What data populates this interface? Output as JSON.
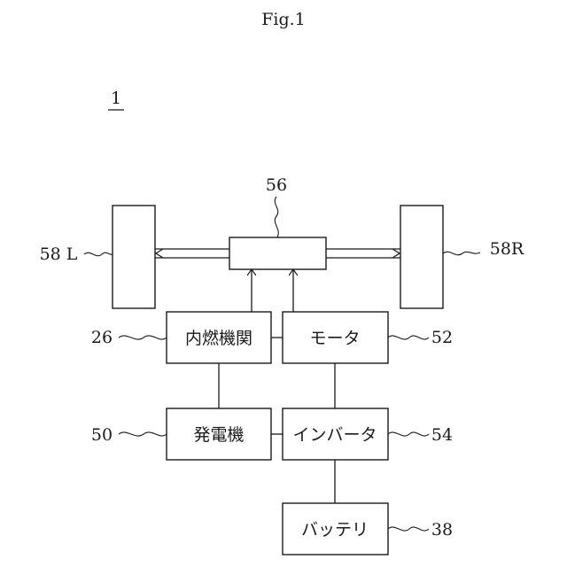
{
  "figure": {
    "title": "Fig.1",
    "system_ref": "1"
  },
  "components": {
    "engine": {
      "label": "内燃機関",
      "ref": "26"
    },
    "motor": {
      "label": "モータ",
      "ref": "52"
    },
    "generator": {
      "label": "発電機",
      "ref": "50"
    },
    "inverter": {
      "label": "インバータ",
      "ref": "54"
    },
    "battery": {
      "label": "バッテリ",
      "ref": "38"
    },
    "differential": {
      "ref": "56"
    },
    "wheel_left": {
      "ref": "58 L"
    },
    "wheel_right": {
      "ref": "58R"
    }
  }
}
